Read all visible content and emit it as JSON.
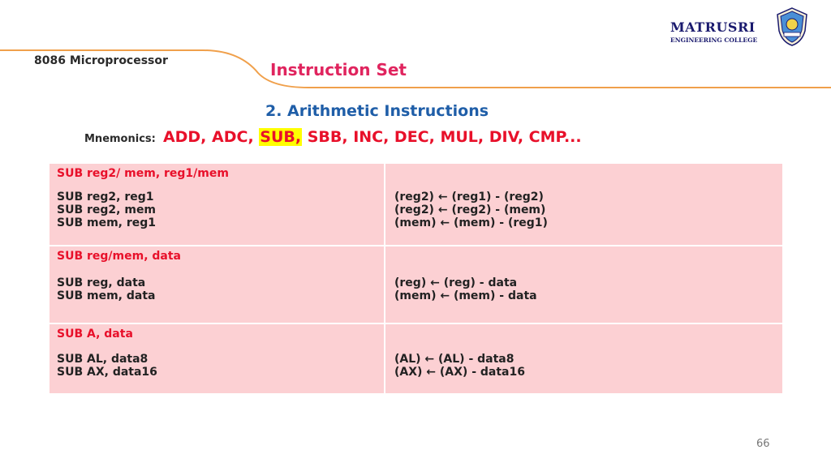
{
  "brand": {
    "name": "MATRUSRI",
    "subtitle": "ENGINEERING COLLEGE"
  },
  "header": {
    "course": "8086 Microprocessor",
    "section": "Instruction Set"
  },
  "subtitle": "2. Arithmetic Instructions",
  "mnemonics": {
    "label": "Mnemonics:",
    "before": "ADD, ADC, ",
    "highlight": "SUB,",
    "after": " SBB, INC, DEC, MUL, DIV, CMP..."
  },
  "table": {
    "rows": [
      {
        "head": "SUB reg2/ mem, reg1/mem",
        "left": [
          "SUB reg2, reg1",
          "SUB reg2, mem",
          "SUB mem, reg1"
        ],
        "right": [
          "(reg2) ← (reg1) - (reg2)",
          "(reg2) ← (reg2) - (mem)",
          "(mem) ← (mem) - (reg1)"
        ]
      },
      {
        "head": "SUB reg/mem, data",
        "left": [
          "SUB reg, data",
          "SUB mem, data"
        ],
        "right": [
          "(reg) ← (reg) - data",
          "(mem) ← (mem) - data"
        ]
      },
      {
        "head": "SUB A, data",
        "left": [
          "SUB AL, data8",
          "SUB AX, data16"
        ],
        "right": [
          "(AL) ←  (AL) - data8",
          "(AX) ←  (AX) - data16"
        ]
      }
    ]
  },
  "page_number": "66"
}
